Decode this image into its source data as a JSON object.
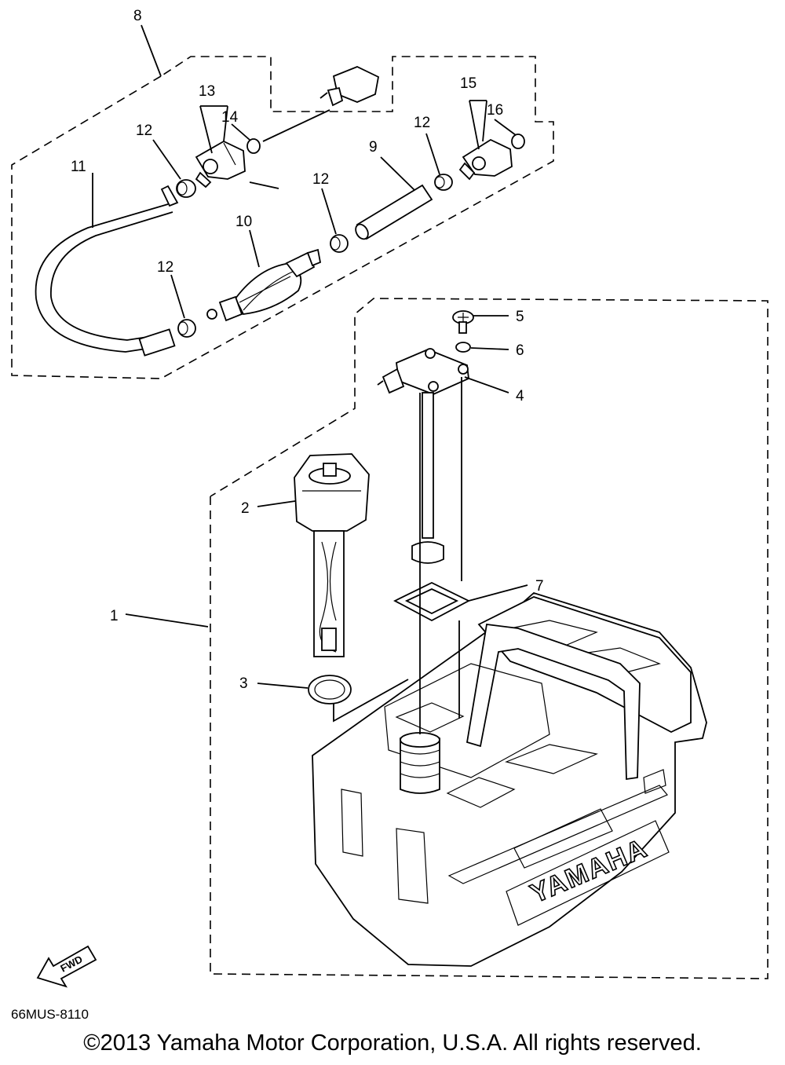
{
  "diagram": {
    "callouts": [
      "1",
      "2",
      "3",
      "4",
      "5",
      "6",
      "7",
      "8",
      "9",
      "10",
      "11",
      "12",
      "12",
      "12",
      "12",
      "13",
      "14",
      "15",
      "16"
    ],
    "tank_brand": "YAMAHA",
    "fwd_label": "FWD",
    "drawing_code": "66MUS-8110",
    "copyright": "©2013 Yamaha Motor Corporation, U.S.A. All rights reserved."
  }
}
